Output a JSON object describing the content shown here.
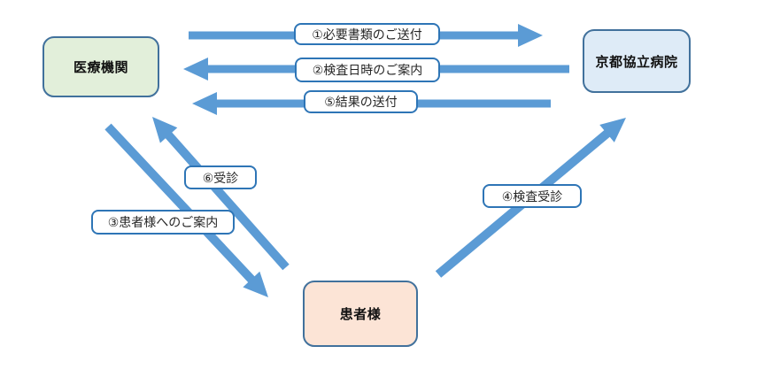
{
  "diagram": {
    "title": "referral-flow-diagram",
    "nodes": {
      "medical": {
        "label": "医療機関",
        "fill": "#E2EFDA"
      },
      "hospital": {
        "label": "京都協立病院",
        "fill": "#DEEBF7"
      },
      "patient": {
        "label": "患者様",
        "fill": "#FCE4D6"
      }
    },
    "flows": [
      {
        "num": "1",
        "label": "①必要書類のご送付",
        "from": "医療機関",
        "to": "京都協立病院"
      },
      {
        "num": "2",
        "label": "②検査日時のご案内",
        "from": "京都協立病院",
        "to": "医療機関"
      },
      {
        "num": "3",
        "label": "③患者様へのご案内",
        "from": "医療機関",
        "to": "患者様"
      },
      {
        "num": "4",
        "label": "④検査受診",
        "from": "患者様",
        "to": "京都協立病院"
      },
      {
        "num": "5",
        "label": "⑤結果の送付",
        "from": "京都協立病院",
        "to": "医療機関"
      },
      {
        "num": "6",
        "label": "⑥受診",
        "from": "患者様",
        "to": "医療機関"
      }
    ],
    "colors": {
      "arrow": "#5B9BD5",
      "node_border": "#41719C",
      "label_border": "#2E75B6",
      "label_fill": "#FFFFFF",
      "background": "#FFFFFF",
      "text": "#262626"
    }
  }
}
